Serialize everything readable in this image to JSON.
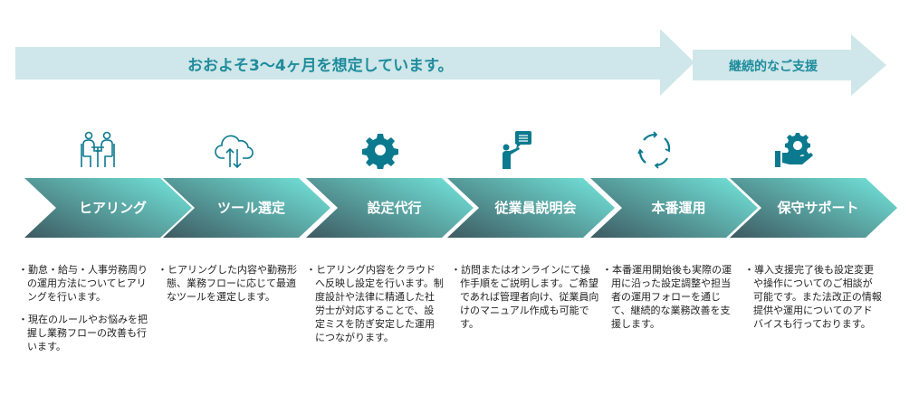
{
  "banner": {
    "main": "おおよそ3〜4ヶ月を想定しています。",
    "continuing": "継続的なご支援"
  },
  "steps": [
    {
      "label": "ヒアリング",
      "icon": "meeting-icon",
      "desc": [
        "・勤怠・給与・人事労務周りの運用方法についてヒアリングを行います。",
        "・現在のルールやお悩みを把握し業務フローの改善も行います。"
      ]
    },
    {
      "label": "ツール選定",
      "icon": "cloud-transfer-icon",
      "desc": [
        "・ヒアリングした内容や勤務形態、業務フローに応じて最適なツールを選定します。"
      ]
    },
    {
      "label": "設定代行",
      "icon": "gear-icon",
      "desc": [
        "・ヒアリング内容をクラウドへ反映し設定を行います。制度設計や法律に精通した社労士が対応することで、設定ミスを防ぎ安定した運用につながります。"
      ]
    },
    {
      "label": "従業員説明会",
      "icon": "presenter-icon",
      "desc": [
        "・訪問またはオンラインにて操作手順をご説明します。ご希望であれば管理者向け、従業員向けのマニュアル作成も可能です。"
      ]
    },
    {
      "label": "本番運用",
      "icon": "cycle-icon",
      "desc": [
        "・本番運用開始後も実際の運用に沿った設定調整や担当者の運用フォローを通じて、継続的な業務改善を支援します。"
      ]
    },
    {
      "label": "保守サポート",
      "icon": "hand-gear-icon",
      "desc": [
        "・導入支援完了後も設定変更や操作についてのご相談が可能です。また法改正の情報提供や運用についてのアドバイスも行っております。"
      ]
    }
  ],
  "colors": {
    "banner": "#cfe7ea",
    "banner_text": "#1f8c9c",
    "icon": "#0b7a8f",
    "chevron_dark": "#3d5a61",
    "chevron_light": "#6fdcd3"
  }
}
